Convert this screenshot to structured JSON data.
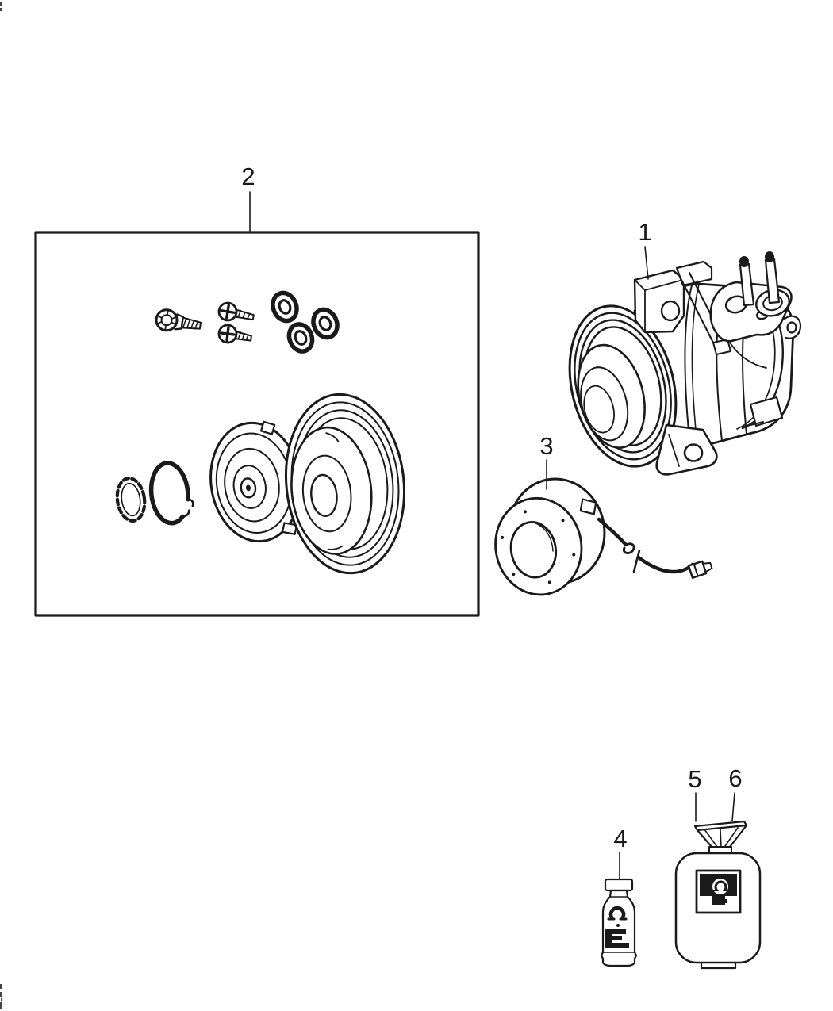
{
  "page": {
    "background": "#ffffff",
    "ink": "#1a1a1a"
  },
  "callouts": [
    {
      "label": "1"
    },
    {
      "label": "2"
    },
    {
      "label": "3"
    },
    {
      "label": "4"
    },
    {
      "label": "5"
    },
    {
      "label": "6"
    }
  ],
  "icons": {
    "tank_label_logo": "mopar-omega-logo",
    "bottle_label_logo": "mopar-omega-logo"
  }
}
